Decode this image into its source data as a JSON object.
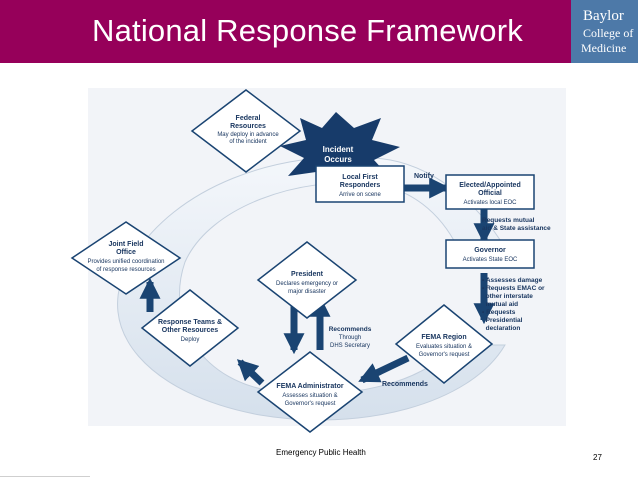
{
  "slide": {
    "title": "National Response Framework",
    "footer": "Emergency Public Health",
    "page_number": "27"
  },
  "logo": {
    "line1": "Baylor",
    "line2": "College of",
    "line3": "Medicine"
  },
  "diagram": {
    "federal": [
      "Federal",
      "Resources",
      "May deploy in advance",
      "of the incident"
    ],
    "incident": [
      "Incident",
      "Occurs"
    ],
    "local": [
      "Local First",
      "Responders",
      "Arrive on scene"
    ],
    "notify": "Notify",
    "elected": [
      "Elected/Appointed",
      "Official",
      "Activates local EOC"
    ],
    "requests": [
      "Requests mutual",
      "aid & State assistance"
    ],
    "governor": [
      "Governor",
      "Activates State EOC"
    ],
    "governor_actions": [
      "• Assesses damage",
      "• Requests EMAC or",
      "  other interstate",
      "  mutual aid",
      "• Requests",
      "  Presidential",
      "  declaration"
    ],
    "fema_region": [
      "FEMA Region",
      "Evaluates situation &",
      "Governor's request"
    ],
    "recommends": "Recommends",
    "fema_admin": [
      "FEMA Administrator",
      "Assesses situation &",
      "Governor's request"
    ],
    "president": [
      "President",
      "Declares emergency or",
      "major disaster"
    ],
    "recommends_dhs": [
      "Recommends",
      "Through",
      "DHS Secretary"
    ],
    "response_teams": [
      "Response Teams &",
      "Other Resources",
      "Deploy"
    ],
    "jfo": [
      "Joint Field",
      "Office",
      "Provides unified coordination",
      "of response resources"
    ]
  }
}
